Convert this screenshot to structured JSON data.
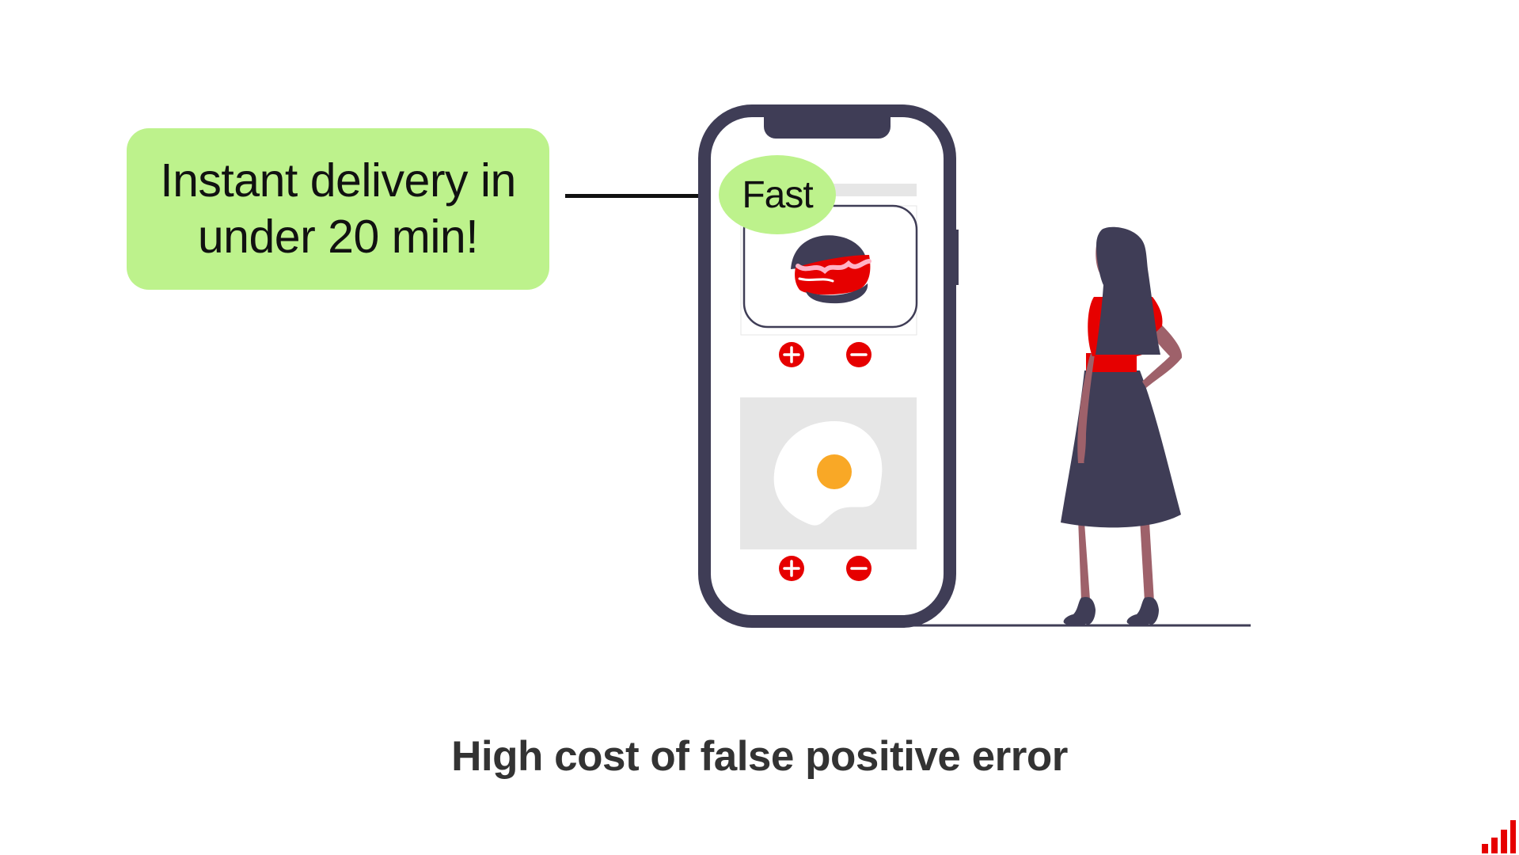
{
  "callout": {
    "text": "Instant delivery in\nunder 20 min!"
  },
  "badge": {
    "text": "Fast"
  },
  "caption": {
    "text": "High cost of false positive error"
  },
  "colors": {
    "callout_green": "#bdf28c",
    "accent_red": "#e60000",
    "phone_frame": "#3f3d56",
    "caption_text": "#333333"
  },
  "icons": [
    "plus-icon",
    "minus-icon",
    "burger-icon",
    "fried-egg-icon",
    "bar-chart-logo-icon"
  ]
}
